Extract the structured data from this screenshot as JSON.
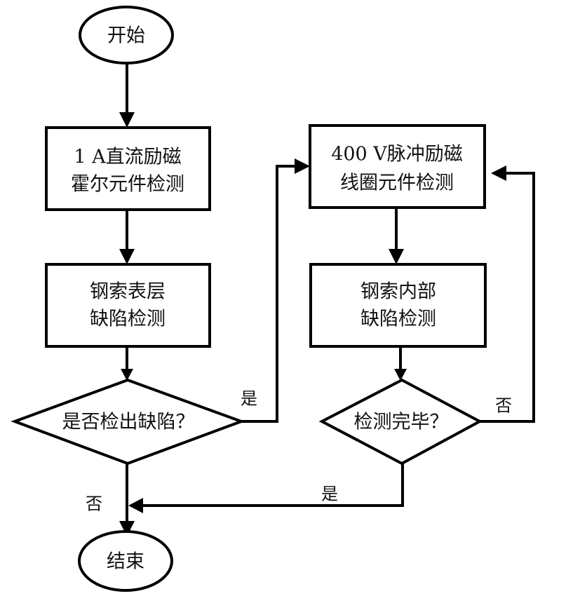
{
  "diagram": {
    "type": "flowchart",
    "nodes": {
      "start": {
        "label": "开始"
      },
      "dc_excite": {
        "line1": "1 A直流励磁",
        "line2": "霍尔元件检测"
      },
      "surface_detect": {
        "line1": "钢索表层",
        "line2": "缺陷检测"
      },
      "defect_found": {
        "label": "是否检出缺陷？"
      },
      "pulse_excite": {
        "line1": "400 V脉冲励磁",
        "line2": "线圈元件检测"
      },
      "inner_detect": {
        "line1": "钢索内部",
        "line2": "缺陷检测"
      },
      "detect_done": {
        "label": "检测完毕？"
      },
      "end": {
        "label": "结束"
      }
    },
    "edges": {
      "defect_yes": "是",
      "defect_no": "否",
      "done_no": "否",
      "done_yes": "是"
    }
  }
}
